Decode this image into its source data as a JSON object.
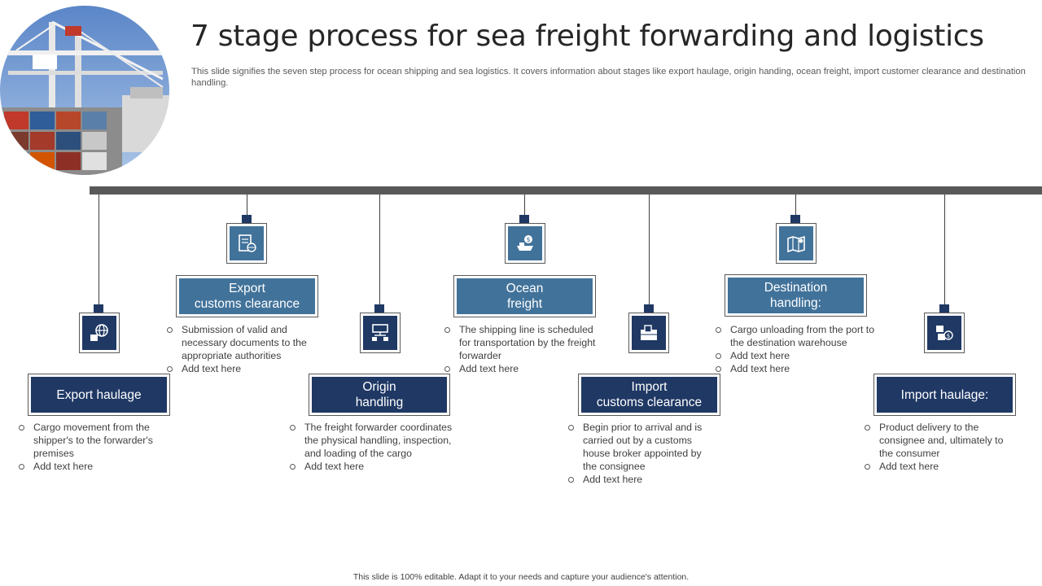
{
  "header": {
    "title": "7 stage process for sea freight forwarding and logistics",
    "subtitle": "This slide signifies the seven step process for ocean shipping and sea logistics. It covers information about stages like export haulage, origin handing, ocean freight, import customer clearance and destination handling."
  },
  "stages": [
    {
      "label": "Export haulage",
      "icon": "globe-delivery-icon",
      "bullets": [
        "Cargo movement from the shipper's to the forwarder's premises",
        "Add text here"
      ]
    },
    {
      "label": "Export\ncustoms clearance",
      "icon": "document-globe-icon",
      "bullets": [
        "Submission of valid and necessary documents to the appropriate authorities",
        "Add text here"
      ]
    },
    {
      "label": "Origin\nhandling",
      "icon": "network-flow-icon",
      "bullets": [
        "The freight forwarder coordinates the physical handling, inspection, and loading of the cargo",
        "Add text here"
      ]
    },
    {
      "label": "Ocean\nfreight",
      "icon": "cargo-ship-dollar-icon",
      "bullets": [
        "The shipping line is scheduled for transportation by the freight forwarder",
        "Add text here"
      ]
    },
    {
      "label": "Import\ncustoms clearance",
      "icon": "customs-package-icon",
      "bullets": [
        "Begin prior to arrival and is carried out by a customs house broker appointed by the consignee",
        "Add text here"
      ]
    },
    {
      "label": "Destination\nhandling:",
      "icon": "map-pin-icon",
      "bullets": [
        "Cargo unloading from the port to the destination warehouse",
        "Add text here",
        "Add text here"
      ]
    },
    {
      "label": "Import haulage:",
      "icon": "boxes-dollar-icon",
      "bullets": [
        "Product delivery to the consignee and, ultimately to the consumer",
        "Add text here"
      ]
    }
  ],
  "footer": "This slide is 100% editable. Adapt it to your needs and capture your audience's attention.",
  "colors": {
    "dark": "#1f3864",
    "light": "#41729a",
    "bar": "#595959"
  }
}
